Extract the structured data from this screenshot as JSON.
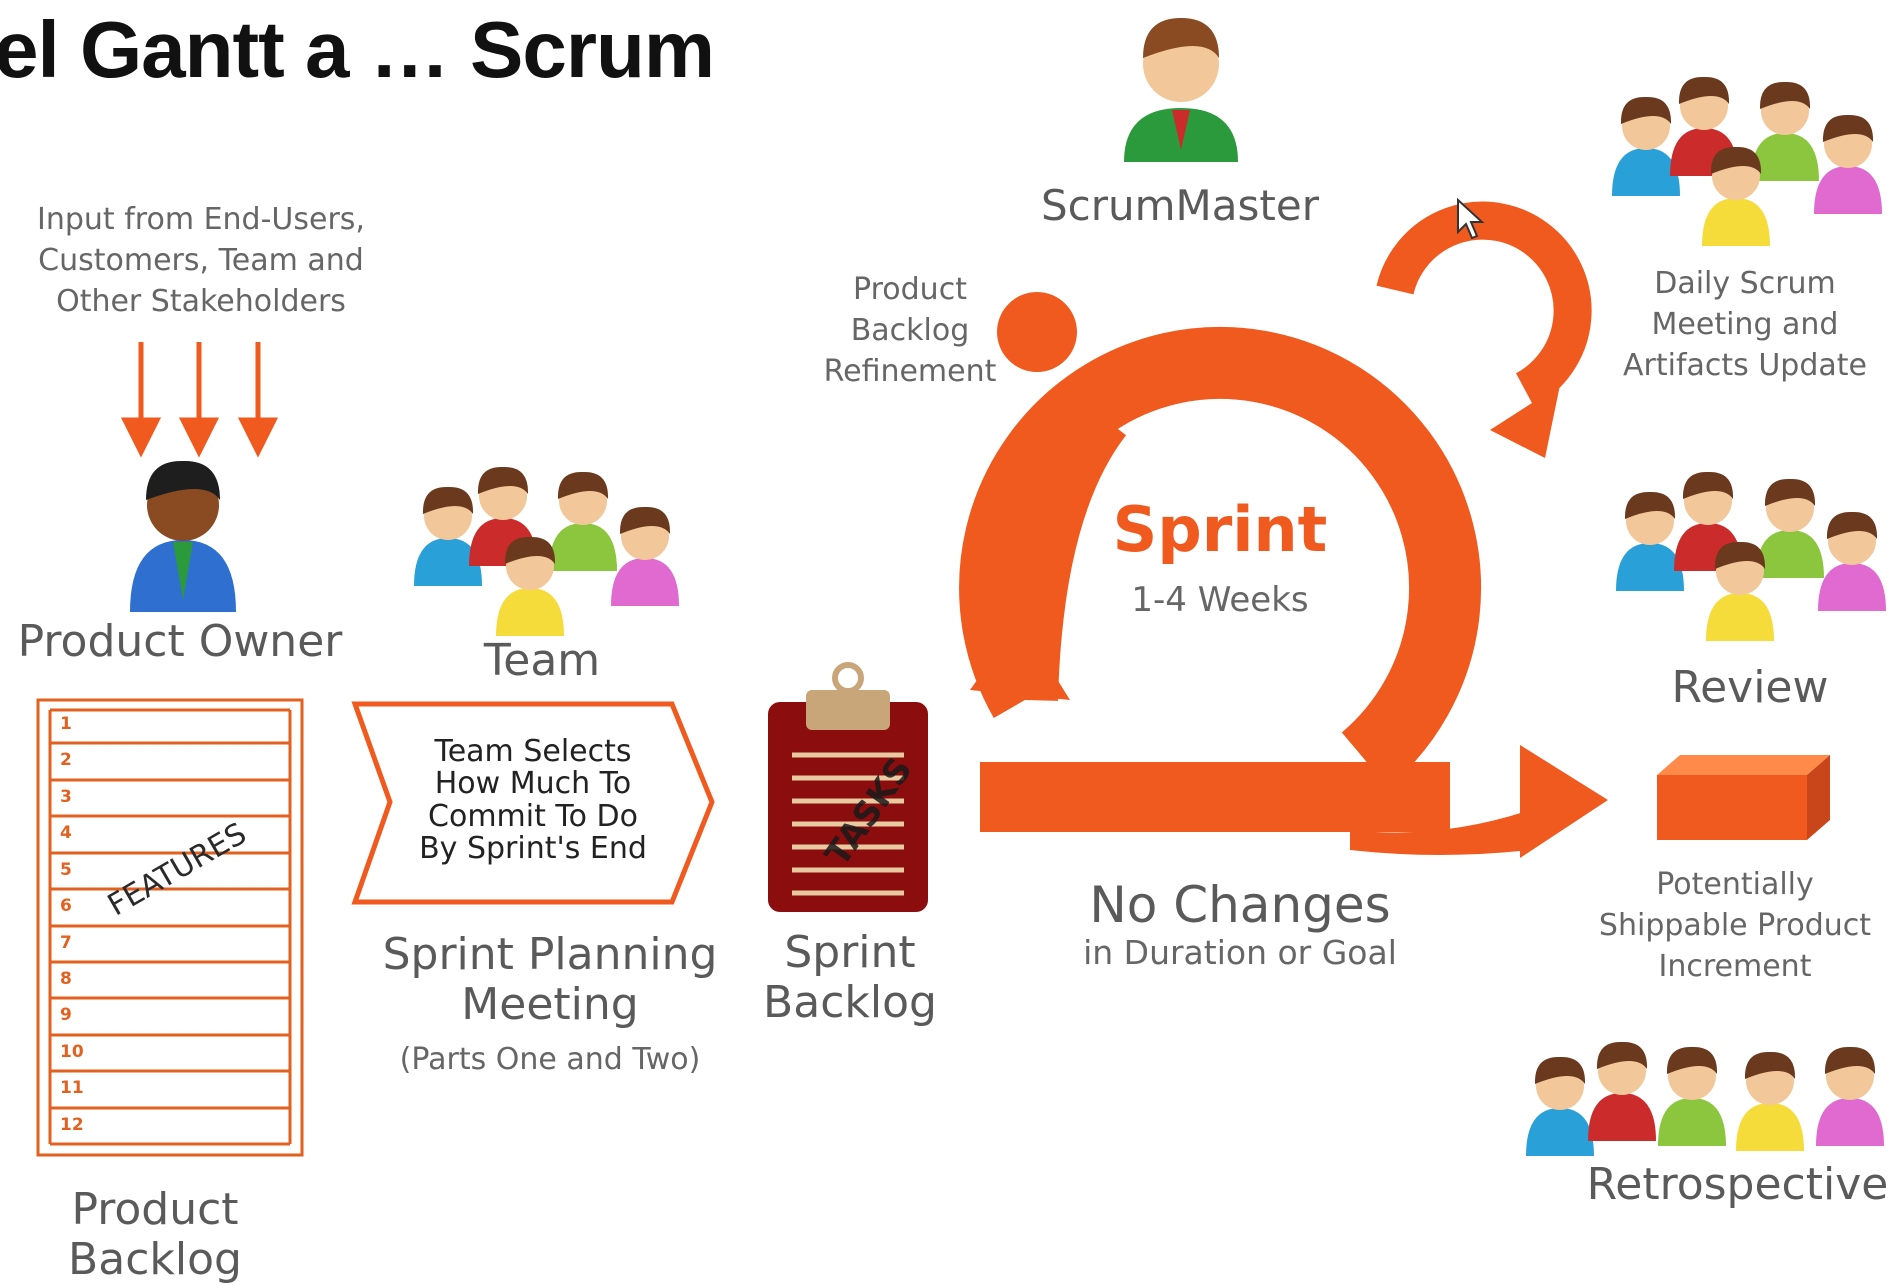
{
  "title": "el Gantt a … Scrum",
  "input": {
    "lines": [
      "Input from End-Users,",
      "Customers, Team and",
      "Other Stakeholders"
    ]
  },
  "product_owner": "Product Owner",
  "team": "Team",
  "product_backlog": {
    "lines": [
      "Product",
      "Backlog"
    ],
    "rows": [
      "1",
      "2",
      "3",
      "4",
      "5",
      "6",
      "7",
      "8",
      "9",
      "10",
      "11",
      "12"
    ],
    "watermark": "FEATURES"
  },
  "team_selects": {
    "lines": [
      "Team Selects",
      "How Much To",
      "Commit To Do",
      "By Sprint's End"
    ]
  },
  "sprint_planning": {
    "lines": [
      "Sprint Planning",
      "Meeting"
    ],
    "sub": "(Parts One and Two)"
  },
  "sprint_backlog": {
    "lines": [
      "Sprint",
      "Backlog"
    ],
    "stamp": "TASKS"
  },
  "scrum_master": "ScrumMaster",
  "refinement": {
    "lines": [
      "Product",
      "Backlog",
      "Refinement"
    ]
  },
  "sprint": {
    "title": "Sprint",
    "duration": "1-4 Weeks"
  },
  "no_changes": {
    "title": "No Changes",
    "sub": "in Duration or Goal"
  },
  "daily_scrum": {
    "lines": [
      "Daily Scrum",
      "Meeting and",
      "Artifacts Update"
    ]
  },
  "review": "Review",
  "increment": {
    "lines": [
      "Potentially",
      "Shippable Product",
      "Increment"
    ]
  },
  "retrospective": "Retrospective",
  "colors": {
    "accent": "#f05a1e",
    "clipboard": "#8b0d0d"
  }
}
